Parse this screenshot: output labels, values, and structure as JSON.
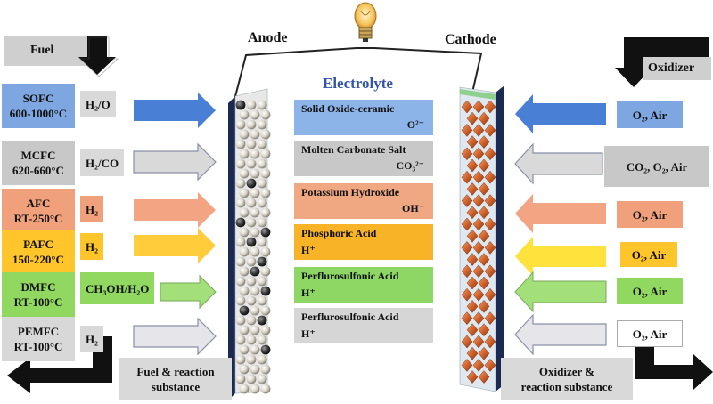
{
  "labels": {
    "fuel": "Fuel",
    "oxidizer": "Oxidizer",
    "anode": "Anode",
    "cathode": "Cathode",
    "electrolyte": "Electrolyte",
    "fuel_exhaust_1": "Fuel & reaction",
    "fuel_exhaust_2": "substance",
    "ox_exhaust_1": "Oxidizer &",
    "ox_exhaust_2": "reaction substance"
  },
  "rows": [
    {
      "type": "SOFC",
      "temp": "600-1000°C",
      "fuel": "H₂/O",
      "electrolyte": "Solid Oxide-ceramic",
      "ion": "O²⁻",
      "oxidizer": "O₂, Air",
      "color": "#7ea7e2",
      "arrow": "#4a7fd6"
    },
    {
      "type": "MCFC",
      "temp": "620-660°C",
      "fuel": "H₂/CO",
      "electrolyte": "Molten Carbonate Salt",
      "ion": "CO₃²⁻",
      "oxidizer": "CO₂, O₂, Air",
      "color": "#c8c8c8",
      "arrow": "#c8c8c8"
    },
    {
      "type": "AFC",
      "temp": "RT-250°C",
      "fuel": "H₂",
      "electrolyte": "Potassium Hydroxide",
      "ion": "OH⁻",
      "oxidizer": "O₂, Air",
      "color": "#f1a07c",
      "arrow": "#f3a583"
    },
    {
      "type": "PAFC",
      "temp": "150-220°C",
      "fuel": "H₂",
      "electrolyte": "Phosphoric Acid",
      "ion": "H⁺",
      "oxidizer": "O₂, Air",
      "color": "#ffc52a",
      "arrow": "#ffcd3c"
    },
    {
      "type": "DMFC",
      "temp": "RT-100°C",
      "fuel": "CH₃OH/H₂O",
      "electrolyte": "Perflurosulfonic Acid",
      "ion": "H⁺",
      "oxidizer": "O₂, Air",
      "color": "#90d860",
      "arrow": "#a3e07a"
    },
    {
      "type": "PEMFC",
      "temp": "RT-100°C",
      "fuel": "H₂",
      "electrolyte": "Perflurosulfonic Acid",
      "ion": "H⁺",
      "oxidizer": "O₂, Air",
      "color": "#d8d8d8",
      "arrow": "#e6e6ea"
    }
  ],
  "colors": {
    "sofc_elec": "#8db4e8",
    "mcfc_elec": "#c8c8c8",
    "afc_elec": "#f0a883",
    "pafc_elec": "#f8b426",
    "dmfc_elec": "#8ed764",
    "pemfc_elec": "#d6d6d6",
    "title_blue": "#3355a8",
    "cathode_diamond": "#d2622a"
  }
}
